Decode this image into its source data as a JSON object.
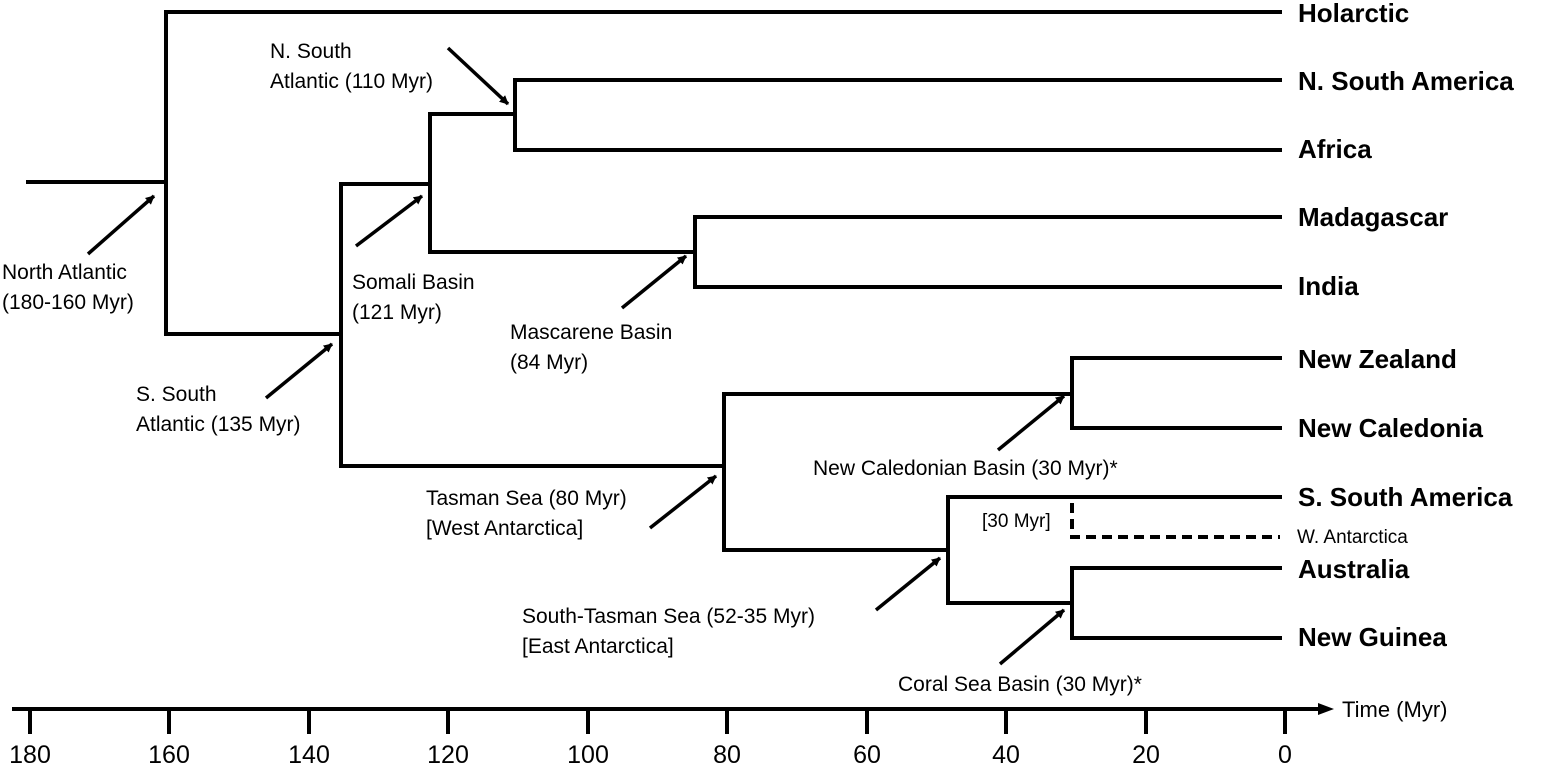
{
  "taxa": {
    "holarctic": "Holarctic",
    "n_south_america": "N. South America",
    "africa": "Africa",
    "madagascar": "Madagascar",
    "india": "India",
    "new_zealand": "New Zealand",
    "new_caledonia": "New Caledonia",
    "s_south_america": "S. South America",
    "w_antarctica": "W. Antarctica",
    "australia": "Australia",
    "new_guinea": "New Guinea"
  },
  "events": {
    "north_atlantic": [
      "North Atlantic",
      "(180-160 Myr)"
    ],
    "n_south_atlantic": [
      "N. South",
      "Atlantic (110 Myr)"
    ],
    "somali_basin": [
      "Somali Basin",
      "(121 Myr)"
    ],
    "s_south_atlantic": [
      "S. South",
      "Atlantic (135 Myr)"
    ],
    "mascarene_basin": [
      "Mascarene Basin",
      "(84 Myr)"
    ],
    "new_caledonian_basin": [
      "New Caledonian Basin (30 Myr)*"
    ],
    "tasman_sea": [
      "Tasman Sea (80 Myr)",
      "[West Antarctica]"
    ],
    "south_tasman_sea": [
      "South-Tasman Sea (52-35 Myr)",
      "[East Antarctica]"
    ],
    "coral_sea_basin": [
      "Coral Sea Basin (30 Myr)*"
    ]
  },
  "w_antarctica_bracket": "[30 Myr]",
  "axis": {
    "label": "Time (Myr)",
    "ticks": [
      "180",
      "160",
      "140",
      "120",
      "100",
      "80",
      "60",
      "40",
      "20",
      "0"
    ]
  }
}
